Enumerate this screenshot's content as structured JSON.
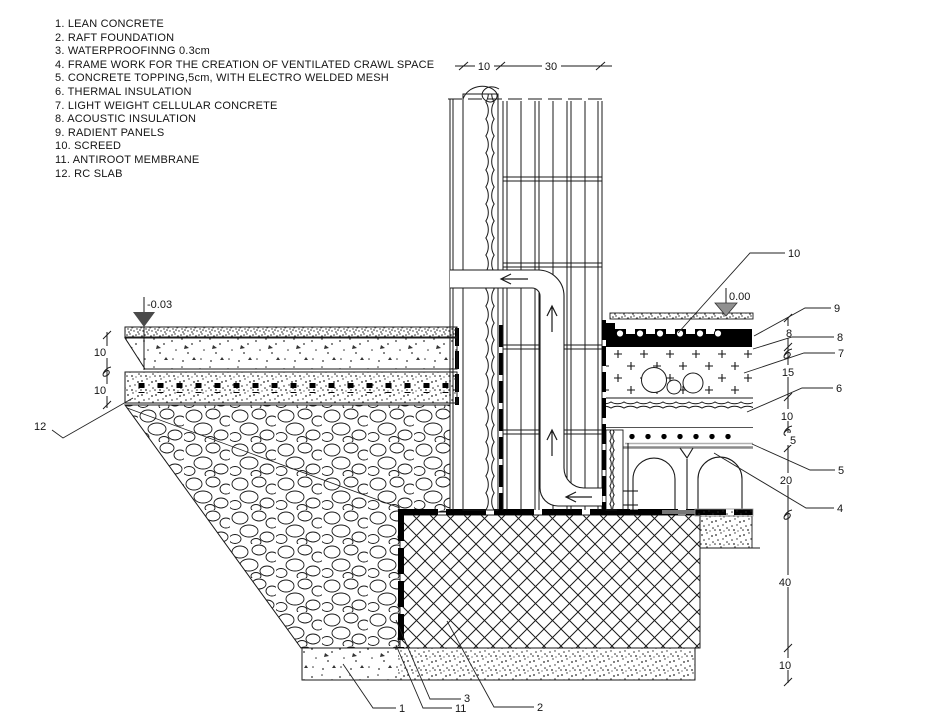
{
  "legend": {
    "items": [
      "1. LEAN CONCRETE",
      "2. RAFT FOUNDATION",
      "3. WATERPROOFINNG 0.3cm",
      "4. FRAME WORK FOR THE CREATION OF VENTILATED CRAWL SPACE",
      "5. CONCRETE TOPPING,5cm, WITH ELECTRO WELDED MESH",
      "6. THERMAL INSULATION",
      "7. LIGHT WEIGHT CELLULAR CONCRETE",
      "8. ACOUSTIC INSULATION",
      "9. RADIENT PANELS",
      "10. SCREED",
      "11. ANTIROOT MEMBRANE",
      "12. RC SLAB"
    ]
  },
  "levels": {
    "interior": "0.00",
    "exterior": "-0.03"
  },
  "dims": {
    "top": {
      "d1": "10",
      "d2": "30"
    },
    "left": {
      "d1": "10",
      "d2": "10"
    },
    "right": {
      "d1": "8",
      "d2": "15",
      "d3": "10",
      "d4": "5",
      "d5": "20",
      "d6": "40",
      "d7": "10"
    }
  },
  "callouts": {
    "n1": "1",
    "n2": "2",
    "n3": "3",
    "n4": "4",
    "n5": "5",
    "n6": "6",
    "n7": "7",
    "n8": "8",
    "n9": "9",
    "n10": "10",
    "n11": "11",
    "n12": "12"
  },
  "colors": {
    "ink": "#1a1a1a",
    "gray_line": "#8a8a8a",
    "level_triangle_dark": "#4a4a4a",
    "level_triangle_light": "#909090"
  }
}
